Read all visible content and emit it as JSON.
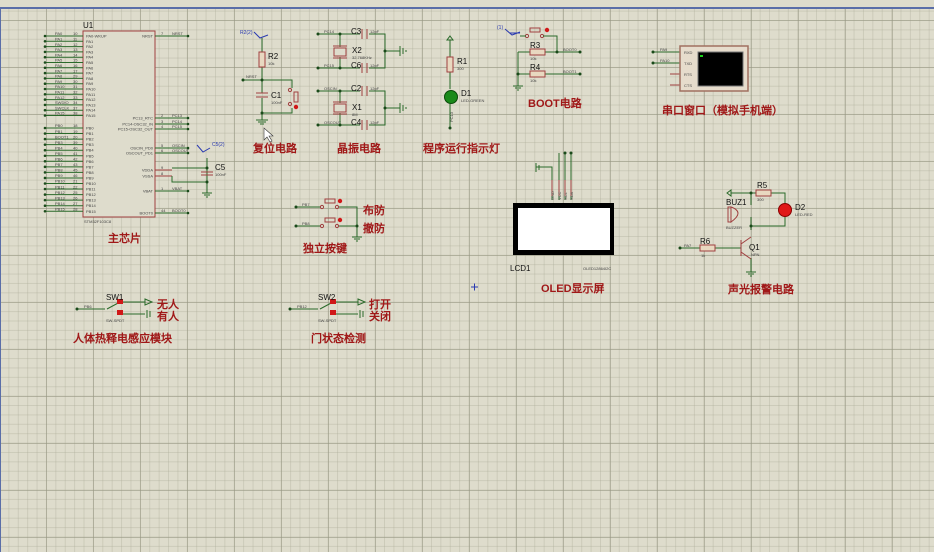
{
  "schematic": {
    "mcu": {
      "ref": "U1",
      "part": "STM32F103C8",
      "caption": "主芯片",
      "left_pins_a": [
        {
          "net": "PA0",
          "num": "10",
          "name": "PA0-WKUP"
        },
        {
          "net": "PA1",
          "num": "11",
          "name": "PA1"
        },
        {
          "net": "PA2",
          "num": "12",
          "name": "PA2"
        },
        {
          "net": "PA3",
          "num": "13",
          "name": "PA3"
        },
        {
          "net": "PA4",
          "num": "14",
          "name": "PA4"
        },
        {
          "net": "PA5",
          "num": "15",
          "name": "PA5"
        },
        {
          "net": "PA6",
          "num": "16",
          "name": "PA6"
        },
        {
          "net": "PA7",
          "num": "17",
          "name": "PA7"
        },
        {
          "net": "PA8",
          "num": "29",
          "name": "PA8"
        },
        {
          "net": "PA9",
          "num": "30",
          "name": "PA9"
        },
        {
          "net": "PA10",
          "num": "31",
          "name": "PA10"
        },
        {
          "net": "PA11",
          "num": "32",
          "name": "PA11"
        },
        {
          "net": "PA12",
          "num": "33",
          "name": "PA12"
        },
        {
          "net": "SWDIO",
          "num": "34",
          "name": "PA13"
        },
        {
          "net": "SWCLK",
          "num": "37",
          "name": "PA14"
        },
        {
          "net": "PA15",
          "num": "38",
          "name": "PA15"
        }
      ],
      "left_pins_b": [
        {
          "net": "PB0",
          "num": "18",
          "name": "PB0"
        },
        {
          "net": "PB1",
          "num": "19",
          "name": "PB1"
        },
        {
          "net": "BOOT1",
          "num": "20",
          "name": "PB2"
        },
        {
          "net": "PB3",
          "num": "39",
          "name": "PB3"
        },
        {
          "net": "PB4",
          "num": "40",
          "name": "PB4"
        },
        {
          "net": "PB5",
          "num": "41",
          "name": "PB5"
        },
        {
          "net": "PB6",
          "num": "42",
          "name": "PB6"
        },
        {
          "net": "PB7",
          "num": "43",
          "name": "PB7"
        },
        {
          "net": "PB8",
          "num": "45",
          "name": "PB8"
        },
        {
          "net": "PB9",
          "num": "46",
          "name": "PB9"
        },
        {
          "net": "PB10",
          "num": "21",
          "name": "PB10"
        },
        {
          "net": "PB11",
          "num": "22",
          "name": "PB11"
        },
        {
          "net": "PB12",
          "num": "25",
          "name": "PB12"
        },
        {
          "net": "PB13",
          "num": "26",
          "name": "PB13"
        },
        {
          "net": "PB14",
          "num": "27",
          "name": "PB14"
        },
        {
          "net": "PB15",
          "num": "28",
          "name": "PB15"
        }
      ],
      "right_pins": [
        {
          "net": "NRST",
          "num": "7",
          "name": "NRST"
        },
        {
          "net": "PC13",
          "num": "2",
          "name": "PC13_RTC"
        },
        {
          "net": "PC14",
          "num": "3",
          "name": "PC14-OSC32_IN"
        },
        {
          "net": "PC15",
          "num": "4",
          "name": "PC15-OSC32_OUT"
        },
        {
          "net": "OSCIN",
          "num": "5",
          "name": "OSCIN_PD0"
        },
        {
          "net": "OSCOUT",
          "num": "6",
          "name": "OSCOUT_PD1"
        },
        {
          "net": "",
          "num": "9",
          "name": "VDDA"
        },
        {
          "net": "",
          "num": "8",
          "name": "VSSA"
        },
        {
          "net": "VBAT",
          "num": "1",
          "name": "VBAT"
        },
        {
          "net": "BOOT0",
          "num": "44",
          "name": "BOOT0"
        }
      ],
      "c5": {
        "ref": "C5",
        "value": "100nF",
        "probe": "C5(2)"
      }
    },
    "reset": {
      "caption": "复位电路",
      "r_ref": "R2",
      "r_val": "10k",
      "c_ref": "C1",
      "c_val": "100nF",
      "net": "NRST",
      "probe": "R2(2)"
    },
    "crystal": {
      "caption": "晶振电路",
      "x2": {
        "ref": "X2",
        "val": "32.768KHz",
        "net_a": "PC14",
        "net_b": "PC15",
        "c_a": "C3",
        "c_b": "C6",
        "cap_val": "12pF"
      },
      "x1": {
        "ref": "X1",
        "val": "8M",
        "net_a": "OSCIN",
        "net_b": "OSCOUT",
        "c_a": "C2",
        "c_b": "C4",
        "cap_val": "12pF"
      }
    },
    "run_led": {
      "caption": "程序运行指示灯",
      "r_ref": "R1",
      "r_val": "300",
      "d_ref": "D1",
      "d_val": "LED-GREEN",
      "net": "PC13"
    },
    "boot": {
      "caption": "BOOT电路",
      "probe": "(1)",
      "r3": "R3",
      "r4": "R4",
      "r_val": "10k",
      "net_a": "BOOT0",
      "net_b": "BOOT1"
    },
    "uart": {
      "caption": "串口窗口（模拟手机端）",
      "pins": [
        "RXD",
        "TXD",
        "RTS",
        "CTS"
      ],
      "nets": [
        "PA9",
        "PA10"
      ]
    },
    "oled": {
      "caption": "OLED显示屏",
      "ref": "LCD1",
      "part": "OLED12864I2C",
      "pins": [
        "GND",
        "VCC",
        "SCL",
        "SDA"
      ]
    },
    "alarm": {
      "caption": "声光报警电路",
      "buz": "BUZ1",
      "buz_val": "BUZZER",
      "r5": "R5",
      "r5_val": "300",
      "d2": "D2",
      "d2_val": "LED-RED",
      "r6": "R6",
      "r6_val": "1k",
      "q1": "Q1",
      "q1_val": "NPN",
      "net": "PA7"
    },
    "keys": {
      "caption": "独立按键",
      "k1_net": "PB7",
      "k2_net": "PB8",
      "k1_label": "布防",
      "k2_label": "撤防"
    },
    "pir": {
      "caption": "人体热释电感应模块",
      "ref": "SW1",
      "part": "SW-SPDT",
      "net": "PB6",
      "label_a": "无人",
      "label_b": "有人"
    },
    "door": {
      "caption": "门状态检测",
      "ref": "SW2",
      "part": "SW-SPDT",
      "net": "PB12",
      "label_a": "打开",
      "label_b": "关闭"
    }
  }
}
